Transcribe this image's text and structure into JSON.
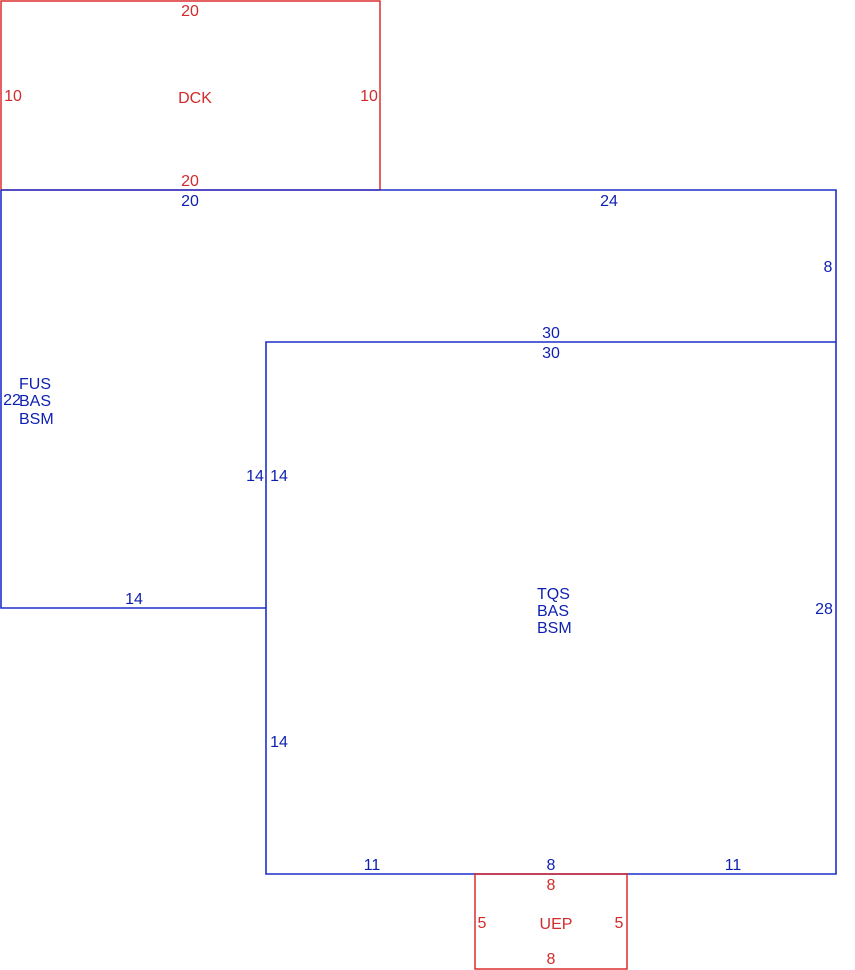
{
  "colors": {
    "main_structure": "#1f2fcb",
    "main_text": "#0d1fb0",
    "addon_structure": "#d91f1f",
    "addon_text": "#d22b2b"
  },
  "areas": {
    "dck": {
      "code": "DCK",
      "dims": {
        "top": "20",
        "bottom": "20",
        "left": "10",
        "right": "10"
      }
    },
    "fus": {
      "codes": [
        "FUS",
        "BAS",
        "BSM"
      ],
      "dims": {
        "top": "20",
        "left": "22",
        "bottom": "14",
        "inner_right": "14"
      }
    },
    "tqs": {
      "codes": [
        "TQS",
        "BAS",
        "BSM"
      ],
      "dims": {
        "top_outer": "24",
        "right_upper": "8",
        "inner_top_a": "30",
        "inner_top_b": "30",
        "inner_left": "14",
        "left_lower": "14",
        "right": "28",
        "bottom_left": "11",
        "bottom_mid": "8",
        "bottom_right": "11"
      }
    },
    "uep": {
      "code": "UEP",
      "dims": {
        "top": "8",
        "bottom": "8",
        "left": "5",
        "right": "5"
      }
    }
  }
}
